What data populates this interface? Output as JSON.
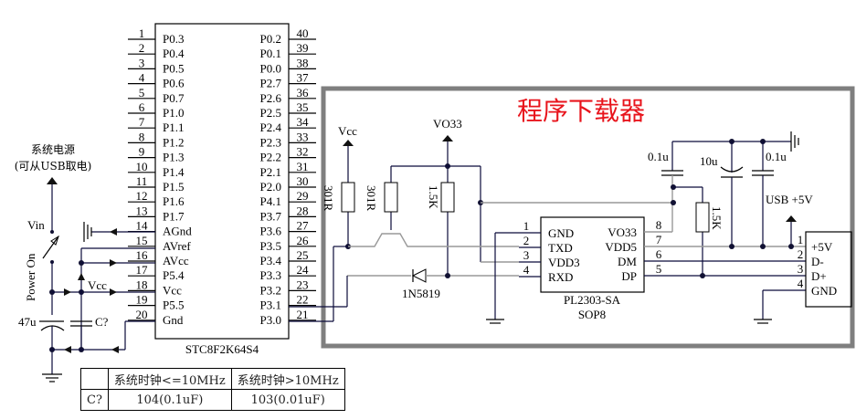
{
  "mcu": {
    "name": "STC8F2K64S4",
    "left_pins": [
      {
        "num": "1",
        "label": "P0.3"
      },
      {
        "num": "2",
        "label": "P0.4"
      },
      {
        "num": "3",
        "label": "P0.5"
      },
      {
        "num": "4",
        "label": "P0.6"
      },
      {
        "num": "5",
        "label": "P0.7"
      },
      {
        "num": "6",
        "label": "P1.0"
      },
      {
        "num": "7",
        "label": "P1.1"
      },
      {
        "num": "8",
        "label": "P1.2"
      },
      {
        "num": "9",
        "label": "P1.3"
      },
      {
        "num": "10",
        "label": "P1.4"
      },
      {
        "num": "11",
        "label": "P1.5"
      },
      {
        "num": "12",
        "label": "P1.6"
      },
      {
        "num": "13",
        "label": "P1.7"
      },
      {
        "num": "14",
        "label": "AGnd"
      },
      {
        "num": "15",
        "label": "AVref"
      },
      {
        "num": "16",
        "label": "AVcc"
      },
      {
        "num": "17",
        "label": "P5.4"
      },
      {
        "num": "18",
        "label": "Vcc"
      },
      {
        "num": "19",
        "label": "P5.5"
      },
      {
        "num": "20",
        "label": "Gnd"
      }
    ],
    "right_pins": [
      {
        "num": "40",
        "label": "P0.2"
      },
      {
        "num": "39",
        "label": "P0.1"
      },
      {
        "num": "38",
        "label": "P0.0"
      },
      {
        "num": "37",
        "label": "P2.7"
      },
      {
        "num": "36",
        "label": "P2.6"
      },
      {
        "num": "35",
        "label": "P2.5"
      },
      {
        "num": "34",
        "label": "P2.4"
      },
      {
        "num": "33",
        "label": "P2.3"
      },
      {
        "num": "32",
        "label": "P2.2"
      },
      {
        "num": "31",
        "label": "P2.1"
      },
      {
        "num": "30",
        "label": "P2.0"
      },
      {
        "num": "29",
        "label": "P4.1"
      },
      {
        "num": "28",
        "label": "P3.7"
      },
      {
        "num": "27",
        "label": "P3.6"
      },
      {
        "num": "26",
        "label": "P3.5"
      },
      {
        "num": "25",
        "label": "P3.4"
      },
      {
        "num": "24",
        "label": "P3.3"
      },
      {
        "num": "23",
        "label": "P3.2"
      },
      {
        "num": "22",
        "label": "P3.1"
      },
      {
        "num": "21",
        "label": "P3.0"
      }
    ]
  },
  "power": {
    "source_line1": "系统电源",
    "source_line2": "(可从USB取电)",
    "vin": "Vin",
    "switch": "Power On",
    "vcc": "Vcc",
    "cap_main": "47u",
    "cap_clk": "C?"
  },
  "programmer": {
    "title": "程序下载器",
    "title_color": "#e8141c",
    "vcc": "Vcc",
    "vo33": "VO33",
    "r1": "301R",
    "r2": "301R",
    "r3": "1.5K",
    "r4": "1.5K",
    "diode": "1N5819",
    "c1": "0.1u",
    "c2": "10u",
    "c3": "0.1u",
    "usb_rail": "USB +5V",
    "chip": {
      "name": "PL2303-SA",
      "package": "SOP8",
      "left_pins": [
        {
          "num": "1",
          "label": "GND"
        },
        {
          "num": "2",
          "label": "TXD"
        },
        {
          "num": "3",
          "label": "VDD3"
        },
        {
          "num": "4",
          "label": "RXD"
        }
      ],
      "right_pins": [
        {
          "num": "8",
          "label": "VO33"
        },
        {
          "num": "7",
          "label": "VDD5"
        },
        {
          "num": "6",
          "label": "DM"
        },
        {
          "num": "5",
          "label": "DP"
        }
      ]
    },
    "usb": {
      "pins": [
        {
          "num": "1",
          "label": "+5V"
        },
        {
          "num": "2",
          "label": "D-"
        },
        {
          "num": "3",
          "label": "D+"
        },
        {
          "num": "4",
          "label": "GND"
        }
      ]
    }
  },
  "cap_table": {
    "header": [
      "",
      "系统时钟<=10MHz",
      "系统时钟>10MHz"
    ],
    "row": [
      "C?",
      "104(0.1uF)",
      "103(0.01uF)"
    ]
  }
}
